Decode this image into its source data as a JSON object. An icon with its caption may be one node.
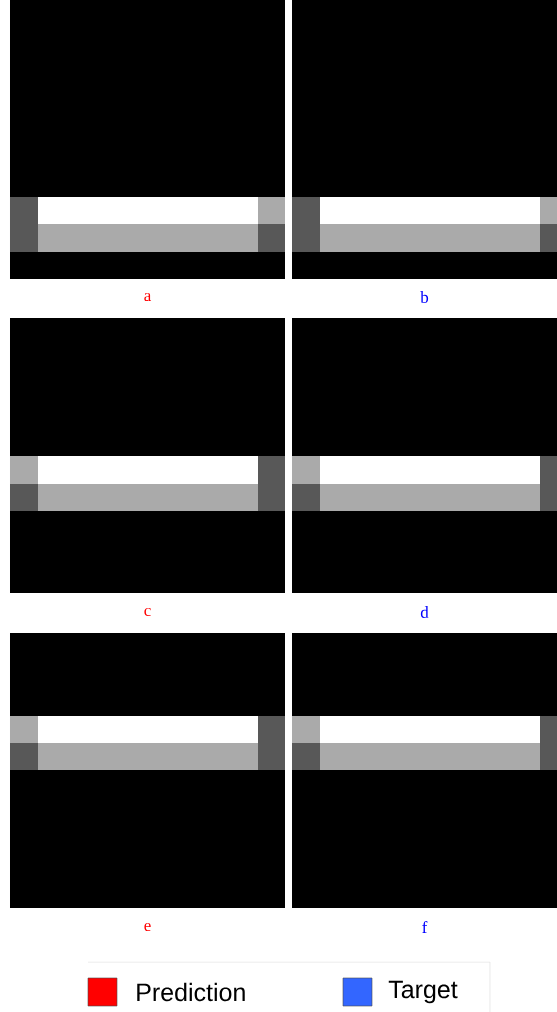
{
  "diagram": {
    "labels": [
      "a",
      "b",
      "c",
      "d",
      "e",
      "f"
    ],
    "legend": [
      {
        "text": "Prediction",
        "color": "#ff0000"
      },
      {
        "text": "Target",
        "color": "#3366ff"
      }
    ]
  }
}
